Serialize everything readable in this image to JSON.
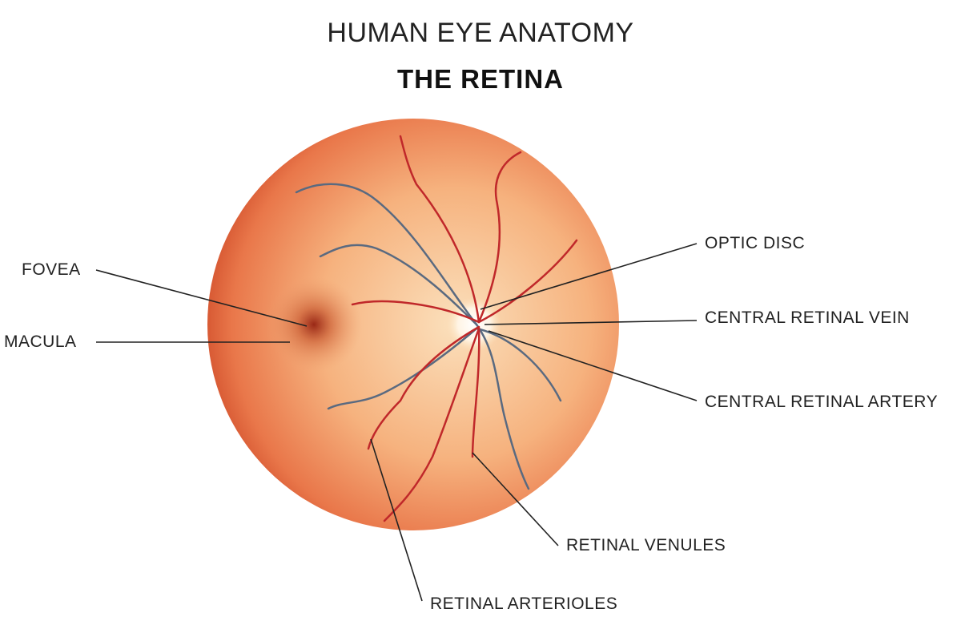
{
  "header": {
    "title": "HUMAN EYE ANATOMY",
    "subtitle": "THE RETINA"
  },
  "labels": {
    "fovea": "FOVEA",
    "macula": "MACULA",
    "optic_disc": "OPTIC DISC",
    "central_retinal_vein": "CENTRAL RETINAL VEIN",
    "central_retinal_artery": "CENTRAL RETINAL ARTERY",
    "retinal_venules": "RETINAL VENULES",
    "retinal_arterioles": "RETINAL ARTERIOLES"
  },
  "colors": {
    "retina_center": "#f9d2a8",
    "retina_edge": "#e0603a",
    "artery": "#c0282a",
    "vein": "#5a6a80",
    "fovea": "#a8301c"
  }
}
